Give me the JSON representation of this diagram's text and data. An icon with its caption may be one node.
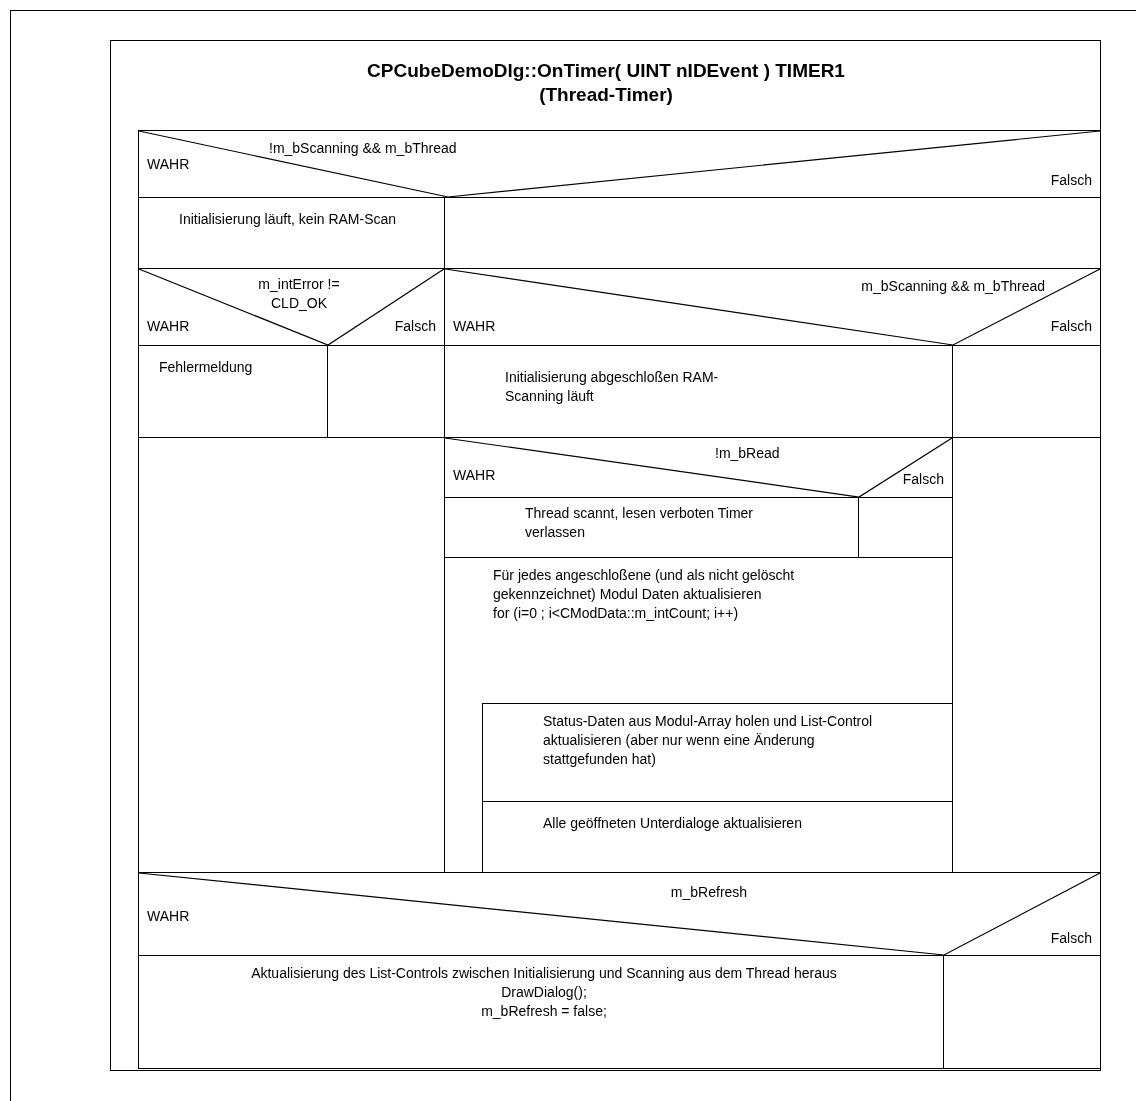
{
  "diagram": {
    "nodes": [
      {
        "text": [
          "CPCubeDemoDlg::OnTimer( UINT nIDEvent ) TIMER1 (Thread-Timer)"
        ]
      },
      {
        "text": [
          "!m_bScanning && m_bThread",
          "WAHR",
          "Falsch"
        ],
        "in": 0
      },
      {
        "text": [
          "Initialisierung läuft, kein RAM-Scan"
        ],
        "in": 0
      },
      {
        "text": [
          "m_intError != CLD_OK",
          "WAHR",
          "Falsch"
        ],
        "in": 0
      },
      {
        "text": [
          "m_bScanning && m_bThread",
          "WAHR",
          "Falsch"
        ],
        "in": 0
      },
      {
        "text": [
          "Fehlermeldung"
        ],
        "in": 0
      },
      {
        "text": [
          "Initialisierung abgeschloßen RAM-Scanning läuft"
        ],
        "in": 0
      },
      {
        "text": [
          "!m_bRead",
          "WAHR",
          "Falsch"
        ],
        "in": 0
      },
      {
        "text": [
          "Thread scannt, lesen verboten Timer verlassen"
        ],
        "in": 0
      },
      {
        "text": [
          "Für jedes angeschloßene (und als nicht gelöscht gekennzeichnet) Modul Daten aktualisieren",
          "for (i=0 ; i<CModData::m_intCount; i++)"
        ],
        "in": 0
      },
      {
        "text": [
          "Status-Daten aus Modul-Array holen und List-Control aktualisieren (aber nur wenn eine Änderung stattgefunden hat)"
        ],
        "in": 9
      },
      {
        "text": [
          "Alle geöffneten Unterdialoge aktualisieren"
        ],
        "in": 9
      },
      {
        "text": [
          "m_bRefresh",
          "WAHR",
          "Falsch"
        ],
        "in": 0
      },
      {
        "text": [
          "Aktualisierung des List-Controls zwischen Initialisierung und Scanning aus dem Thread heraus",
          "DrawDialog();",
          "m_bRefresh = false;"
        ],
        "in": 0
      }
    ]
  }
}
